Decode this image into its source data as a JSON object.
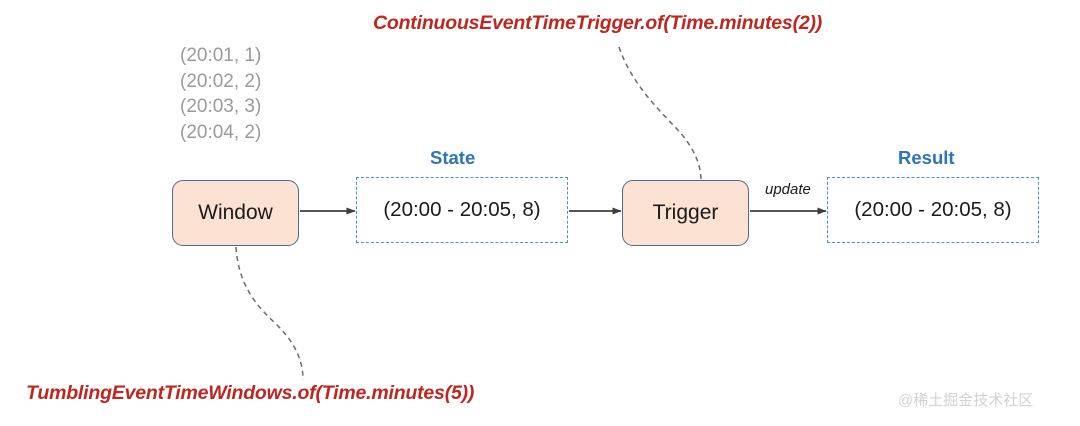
{
  "diagram": {
    "annotations": {
      "trigger_annotation": "ContinuousEventTimeTrigger.of(Time.minutes(2))",
      "window_annotation": "TumblingEventTimeWindows.of(Time.minutes(5))",
      "annotation_color": "#C0261F"
    },
    "input_events": [
      "(20:01, 1)",
      "(20:02, 2)",
      "(20:03, 3)",
      "(20:04, 2)"
    ],
    "nodes": {
      "window": {
        "label": "Window",
        "fill": "#FBE2D3",
        "stroke": "#53698B"
      },
      "trigger": {
        "label": "Trigger",
        "fill": "#FBE2D3",
        "stroke": "#53698B"
      },
      "state": {
        "caption": "State",
        "value": "(20:00 - 20:05, 8)",
        "stroke": "#4E8FC6",
        "caption_color": "#2E75B6"
      },
      "result": {
        "caption": "Result",
        "value": "(20:00 - 20:05, 8)",
        "stroke": "#4E8FC6",
        "caption_color": "#2E75B6"
      }
    },
    "edges": {
      "trigger_to_result_label": "update"
    },
    "watermark": "@稀土掘金技术社区"
  }
}
